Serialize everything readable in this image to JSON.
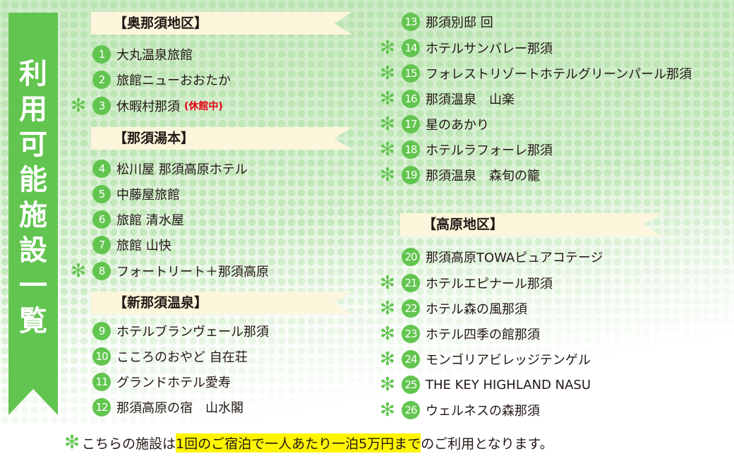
{
  "title": "利用可能施設一覧",
  "title_chars": [
    "利",
    "用",
    "可",
    "能",
    "施",
    "設",
    "一",
    "覧"
  ],
  "colors": {
    "accent_green": "#62c54f",
    "heading_bg": "#fdf5dc",
    "closed_red": "#e60012",
    "highlight": "#fff500"
  },
  "sections": [
    {
      "heading": "【奥那須地区】",
      "items": [
        {
          "num": "1",
          "name": "大丸温泉旅館",
          "starred": false
        },
        {
          "num": "2",
          "name": "旅館ニューおおたか",
          "starred": false
        },
        {
          "num": "3",
          "name": "休暇村那須",
          "starred": true,
          "status": "(休館中)"
        }
      ]
    },
    {
      "heading": "【那須湯本】",
      "items": [
        {
          "num": "4",
          "name": "松川屋 那須高原ホテル",
          "starred": false
        },
        {
          "num": "5",
          "name": "中藤屋旅館",
          "starred": false
        },
        {
          "num": "6",
          "name": "旅館 清水屋",
          "starred": false
        },
        {
          "num": "7",
          "name": "旅館 山快",
          "starred": false
        },
        {
          "num": "8",
          "name": "フォートリート＋那須高原",
          "starred": true
        }
      ]
    },
    {
      "heading": "【新那須温泉】",
      "items": [
        {
          "num": "9",
          "name": "ホテルブランヴェール那須",
          "starred": false
        },
        {
          "num": "10",
          "name": "こころのおやど 自在荘",
          "starred": false
        },
        {
          "num": "11",
          "name": "グランドホテル愛寿",
          "starred": false
        },
        {
          "num": "12",
          "name": "那須高原の宿　山水閣",
          "starred": false
        },
        {
          "num": "13",
          "name": "那須別邸 回",
          "starred": false
        },
        {
          "num": "14",
          "name": "ホテルサンバレー那須",
          "starred": true
        },
        {
          "num": "15",
          "name": "フォレストリゾートホテルグリーンパール那須",
          "starred": true
        },
        {
          "num": "16",
          "name": "那須温泉　山楽",
          "starred": true
        },
        {
          "num": "17",
          "name": "星のあかり",
          "starred": true
        },
        {
          "num": "18",
          "name": "ホテルラフォーレ那須",
          "starred": true
        },
        {
          "num": "19",
          "name": "那須温泉　森旬の籠",
          "starred": true
        }
      ]
    },
    {
      "heading": "【高原地区】",
      "items": [
        {
          "num": "20",
          "name": "那須高原TOWAピュアコテージ",
          "starred": false
        },
        {
          "num": "21",
          "name": "ホテルエピナール那須",
          "starred": true
        },
        {
          "num": "22",
          "name": "ホテル森の風那須",
          "starred": true
        },
        {
          "num": "23",
          "name": "ホテル四季の館那須",
          "starred": true
        },
        {
          "num": "24",
          "name": "モンゴリアビレッジテンゲル",
          "starred": true
        },
        {
          "num": "25",
          "name": "THE KEY HIGHLAND NASU",
          "starred": true
        },
        {
          "num": "26",
          "name": "ウェルネスの森那須",
          "starred": true
        }
      ]
    }
  ],
  "star_glyph": "✻",
  "note": {
    "prefix": "こちらの施設は",
    "highlight": "1回のご宿泊で一人あたり一泊5万円まで",
    "suffix": "のご利用となります。"
  }
}
